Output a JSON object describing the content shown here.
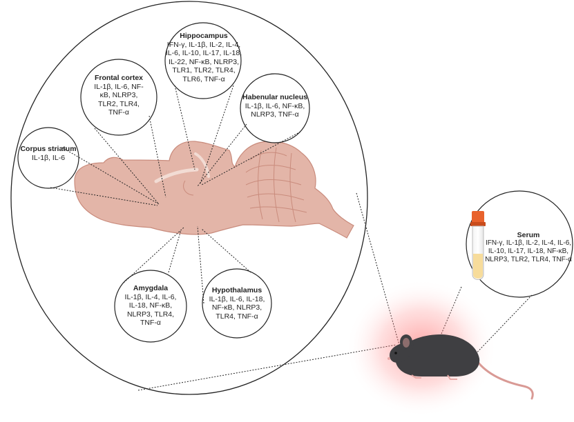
{
  "colors": {
    "brain_fill": "#e3b5a8",
    "brain_stroke": "#c98b7c",
    "mouse_body": "#3f3f42",
    "mouse_pink": "#e7a9a6",
    "glow": "#ff6a6a",
    "tube_cap": "#e8622c",
    "serum": "#f7dc9b",
    "line": "#222222"
  },
  "regions": {
    "hippocampus": {
      "title": "Hippocampus",
      "lines": [
        "IFN-γ, IL-1β, IL-2, IL-4,",
        "IL-6, IL-10, IL-17, IL-18,",
        "IL-22, NF-κB, NLRP3,",
        "TLR1, TLR2, TLR4,",
        "TLR6, TNF-α"
      ]
    },
    "frontal_cortex": {
      "title": "Frontal cortex",
      "lines": [
        "IL-1β, IL-6, NF-",
        "κB, NLRP3,",
        "TLR2, TLR4,",
        "TNF-α"
      ]
    },
    "habenular_nucleus": {
      "title": "Habenular nucleus",
      "lines": [
        "IL-1β, IL-6, NF-κB,",
        "NLRP3, TNF-α"
      ]
    },
    "corpus_striatum": {
      "title": "Corpus striatum",
      "lines": [
        "IL-1β, IL-6"
      ]
    },
    "amygdala": {
      "title": "Amygdala",
      "lines": [
        "IL-1β, IL-4, IL-6,",
        "IL-18, NF-κB,",
        "NLRP3, TLR4,",
        "TNF-α"
      ]
    },
    "hypothalamus": {
      "title": "Hypothalamus",
      "lines": [
        "IL-1β, IL-6, IL-18,",
        "NF-κB, NLRP3,",
        "TLR4, TNF-α"
      ]
    },
    "serum": {
      "title": "Serum",
      "lines": [
        "IFN-γ, IL-1β, IL-2, IL-4, IL-6,",
        "IL-10, IL-17, IL-18, NF-κB,",
        "NLRP3, TLR2, TLR4, TNF-α"
      ]
    }
  }
}
